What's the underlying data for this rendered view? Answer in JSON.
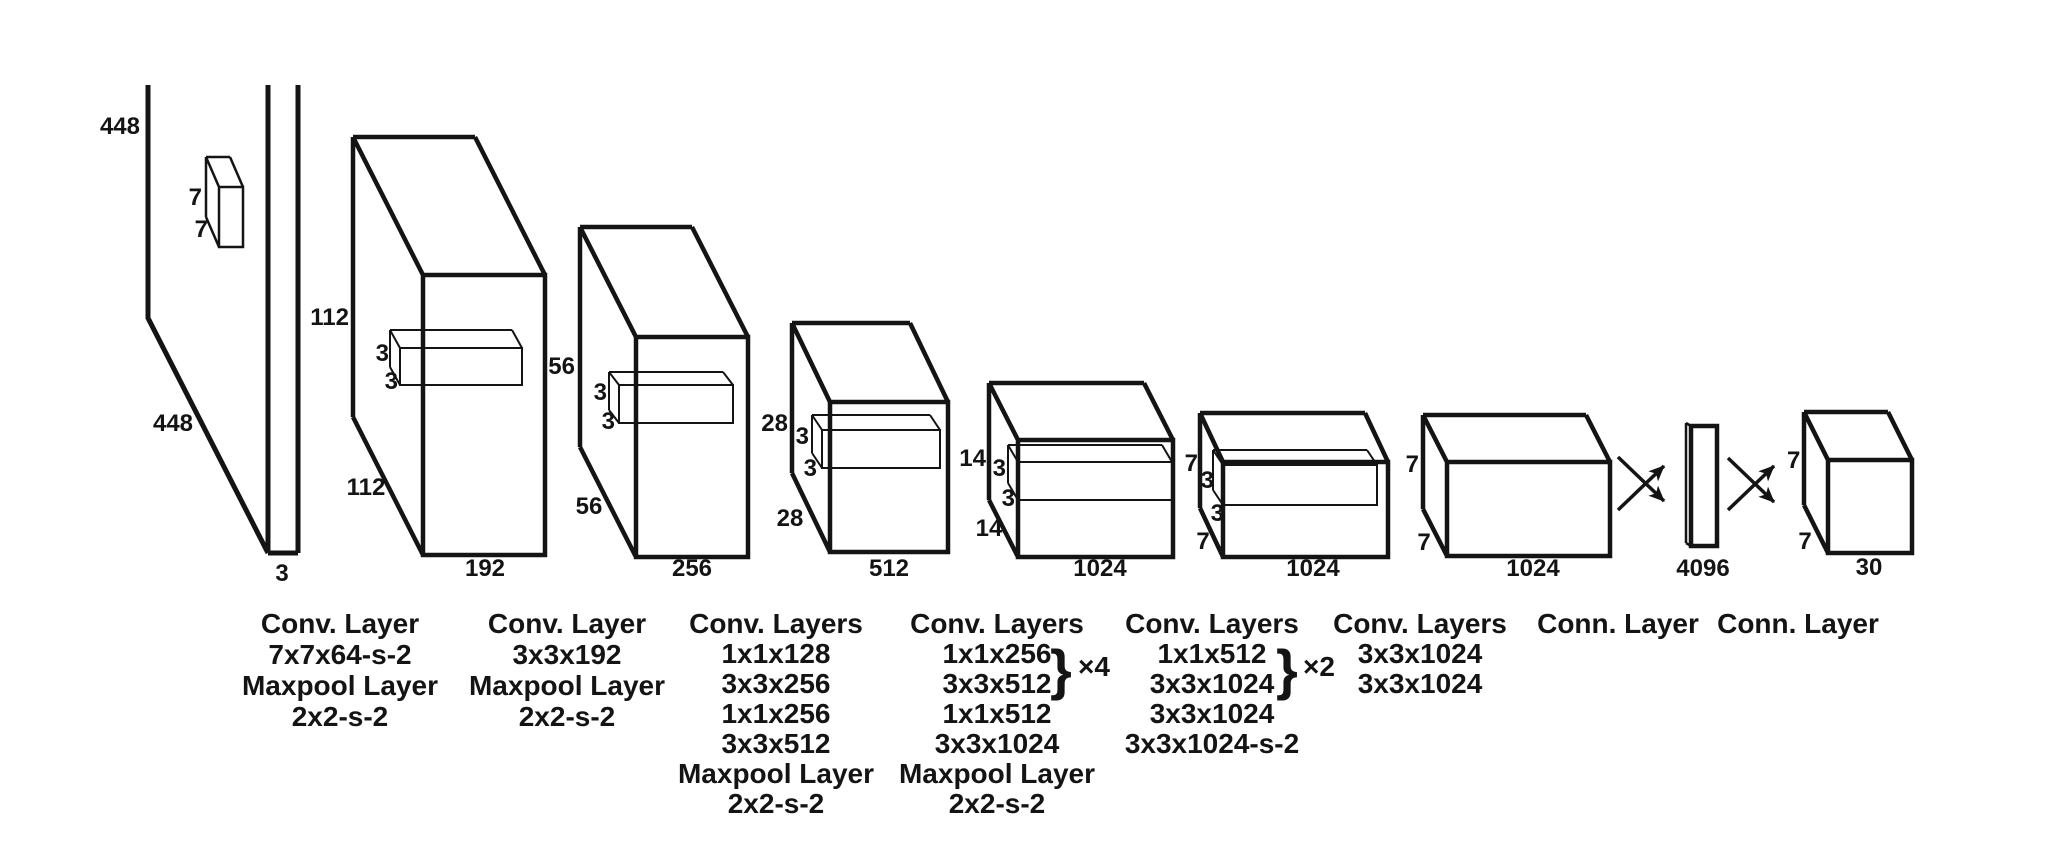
{
  "colors": {
    "ink": "#141414",
    "background": "#ffffff"
  },
  "input": {
    "h": "448",
    "w": "448",
    "d": "3",
    "kernel": {
      "h": "7",
      "w": "7"
    }
  },
  "stages": [
    {
      "h": "112",
      "w": "112",
      "d": "192",
      "kernel": {
        "h": "3",
        "w": "3"
      }
    },
    {
      "h": "56",
      "w": "56",
      "d": "256",
      "kernel": {
        "h": "3",
        "w": "3"
      }
    },
    {
      "h": "28",
      "w": "28",
      "d": "512",
      "kernel": {
        "h": "3",
        "w": "3"
      }
    },
    {
      "h": "14",
      "w": "14",
      "d": "1024",
      "kernel": {
        "h": "3",
        "w": "3"
      }
    },
    {
      "h": "7",
      "w": "7",
      "d": "1024",
      "kernel": {
        "h": "3",
        "w": "3"
      }
    },
    {
      "h": "7",
      "w": "7",
      "d": "1024"
    },
    {
      "d": "4096"
    },
    {
      "h": "7",
      "w": "7",
      "d": "30"
    }
  ],
  "captions": [
    {
      "lines": [
        "Conv. Layer",
        "7x7x64-s-2",
        "Maxpool Layer",
        "2x2-s-2"
      ]
    },
    {
      "lines": [
        "Conv. Layer",
        "3x3x192",
        "Maxpool Layer",
        "2x2-s-2"
      ]
    },
    {
      "lines": [
        "Conv. Layers",
        "1x1x128",
        "3x3x256",
        "1x1x256",
        "3x3x512",
        "Maxpool Layer",
        "2x2-s-2"
      ]
    },
    {
      "lines": [
        "Conv. Layers",
        "1x1x256",
        "3x3x512",
        "1x1x512",
        "3x3x1024",
        "Maxpool Layer",
        "2x2-s-2"
      ],
      "brace": "}",
      "multiplier": "×4"
    },
    {
      "lines": [
        "Conv. Layers",
        "1x1x512",
        "3x3x1024",
        "3x3x1024",
        "3x3x1024-s-2"
      ],
      "brace": "}",
      "multiplier": "×2"
    },
    {
      "lines": [
        "Conv. Layers",
        "3x3x1024",
        "3x3x1024"
      ]
    },
    {
      "lines": [
        "Conn. Layer"
      ]
    },
    {
      "lines": [
        "Conn. Layer"
      ]
    }
  ]
}
